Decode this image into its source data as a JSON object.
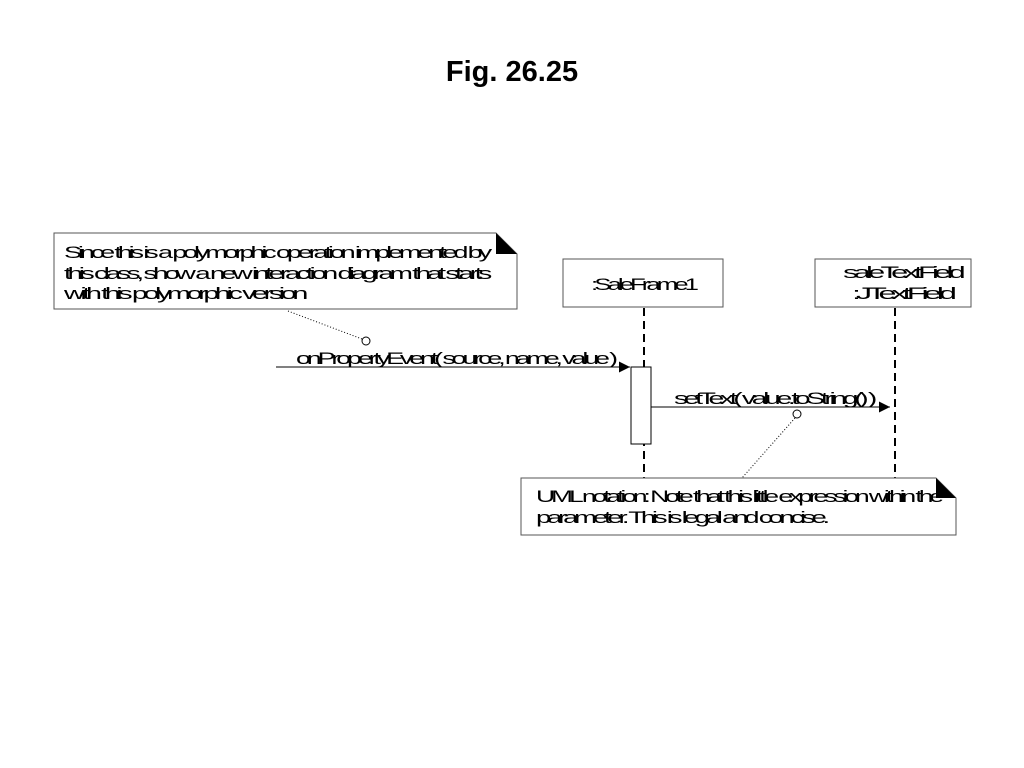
{
  "title": "Fig. 26.25",
  "notes": {
    "polymorphism_note": {
      "lines": [
        "Since this is a polymorphic operation implemented by",
        "this class, show a new interaction diagram that starts",
        "with this polymorphic version"
      ]
    },
    "uml_notation_note": {
      "lines": [
        "UML notation: Note that this little expression within the",
        "parameter. This is legal and concise."
      ]
    }
  },
  "lifelines": {
    "sale_frame": {
      "label": ":SaleFrame1"
    },
    "sale_text_field": {
      "name_label": "saleTextField",
      "type_label": ":JTextField"
    }
  },
  "messages": {
    "on_property_event": {
      "label": "onPropertyEvent( source, name, value )"
    },
    "set_text": {
      "label": "setText( value.toString() )"
    }
  }
}
